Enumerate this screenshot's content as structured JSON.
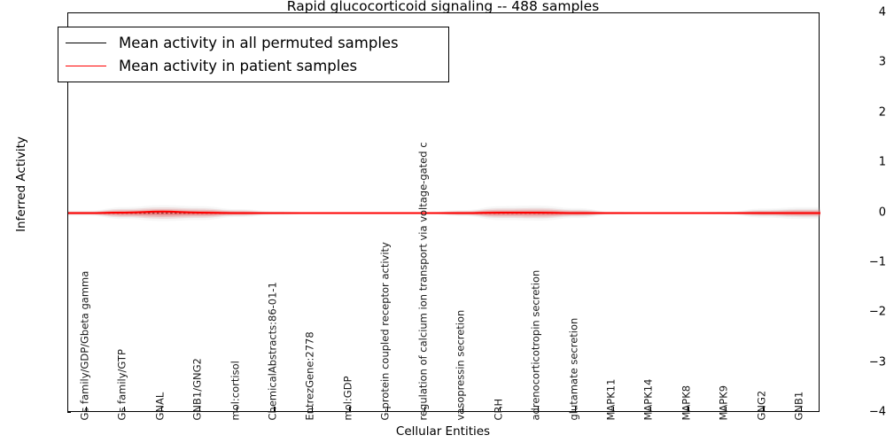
{
  "chart_data": {
    "type": "line",
    "title": "Rapid glucocorticoid signaling -- 488 samples",
    "xlabel": "Cellular Entities",
    "ylabel": "Inferred Activity",
    "ylim": [
      -4,
      4
    ],
    "yticks": [
      4,
      3,
      2,
      1,
      0,
      -1,
      -2,
      -3,
      -4
    ],
    "ytick_labels": [
      "4",
      "3",
      "2",
      "1",
      "0",
      "−1",
      "−2",
      "−3",
      "−4"
    ],
    "grid": false,
    "legend_position": "upper left",
    "categories": [
      "Gs family/GDP/Gbeta gamma",
      "Gs family/GTP",
      "GNAL",
      "GNB1/GNG2",
      "mol:cortisol",
      "ChemicalAbstracts:86-01-1",
      "EntrezGene:2778",
      "mol:GDP",
      "G-protein coupled receptor activity",
      "regulation of calcium ion transport via voltage-gated c",
      "vasopressin secretion",
      "CRH",
      "adrenocorticotropin secretion",
      "glutamate secretion",
      "MAPK11",
      "MAPK14",
      "MAPK8",
      "MAPK9",
      "GNG2",
      "GNB1"
    ],
    "series": [
      {
        "name": "Mean activity in all permuted samples",
        "color": "#000000",
        "values": [
          0.0,
          0.0,
          0.0,
          0.0,
          0.0,
          0.0,
          0.0,
          0.0,
          0.0,
          0.0,
          0.0,
          0.0,
          0.0,
          0.0,
          0.0,
          0.0,
          0.0,
          0.0,
          0.0,
          0.0
        ],
        "band_upper": [
          0.05,
          0.12,
          0.16,
          0.14,
          0.08,
          0.04,
          0.02,
          0.02,
          0.02,
          0.02,
          0.06,
          0.14,
          0.15,
          0.1,
          0.03,
          0.02,
          0.02,
          0.03,
          0.09,
          0.12
        ],
        "band_lower": [
          -0.05,
          -0.12,
          -0.16,
          -0.14,
          -0.08,
          -0.04,
          -0.02,
          -0.02,
          -0.02,
          -0.02,
          -0.06,
          -0.14,
          -0.15,
          -0.1,
          -0.03,
          -0.02,
          -0.02,
          -0.03,
          -0.09,
          -0.12
        ],
        "band_color": "#b0b0b0"
      },
      {
        "name": "Mean activity in patient samples",
        "color": "#ff0000",
        "values": [
          0.0,
          0.01,
          0.03,
          0.01,
          0.0,
          0.0,
          0.0,
          0.0,
          0.0,
          0.0,
          0.0,
          0.01,
          0.01,
          0.0,
          0.0,
          0.0,
          0.0,
          0.0,
          0.0,
          0.0
        ],
        "band_upper": [
          0.03,
          0.08,
          0.11,
          0.09,
          0.05,
          0.02,
          0.01,
          0.01,
          0.01,
          0.01,
          0.04,
          0.09,
          0.1,
          0.06,
          0.02,
          0.01,
          0.01,
          0.02,
          0.05,
          0.07
        ],
        "band_lower": [
          -0.03,
          -0.08,
          -0.11,
          -0.09,
          -0.05,
          -0.02,
          -0.01,
          -0.01,
          -0.01,
          -0.01,
          -0.04,
          -0.09,
          -0.1,
          -0.06,
          -0.02,
          -0.01,
          -0.01,
          -0.02,
          -0.05,
          -0.07
        ],
        "band_color": "#ff4d4d"
      }
    ],
    "legend_entries": [
      {
        "label": "Mean activity in all permuted samples",
        "color": "#000000"
      },
      {
        "label": "Mean activity in patient samples",
        "color": "#ff0000"
      }
    ]
  }
}
